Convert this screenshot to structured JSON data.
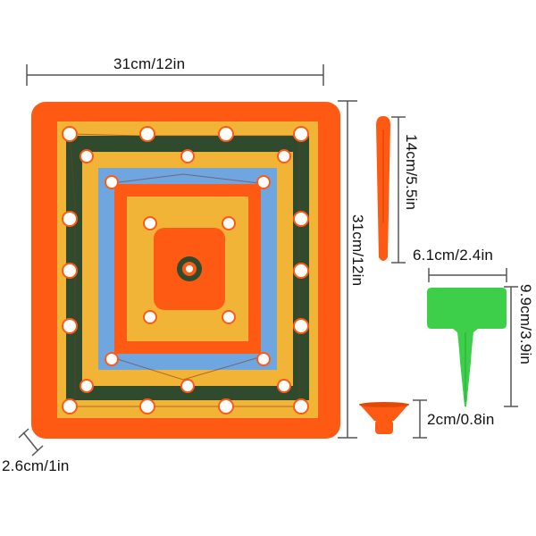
{
  "dimensions": {
    "board_width": "31cm/12in",
    "board_height": "31cm/12in",
    "board_thickness": "2.6cm/1in",
    "peg_length": "14cm/5.5in",
    "label_width": "6.1cm/2.4in",
    "label_height": "9.9cm/3.9in",
    "funnel_size": "2cm/0.8in"
  },
  "colors": {
    "orange": "#ff5a14",
    "yellow": "#f2b436",
    "dark_green": "#2f4a2c",
    "blue": "#6fa6e0",
    "label_green": "#3ecf4a",
    "line": "#555555"
  },
  "items": [
    "square-peg-board",
    "peg",
    "plant-label",
    "funnel"
  ]
}
